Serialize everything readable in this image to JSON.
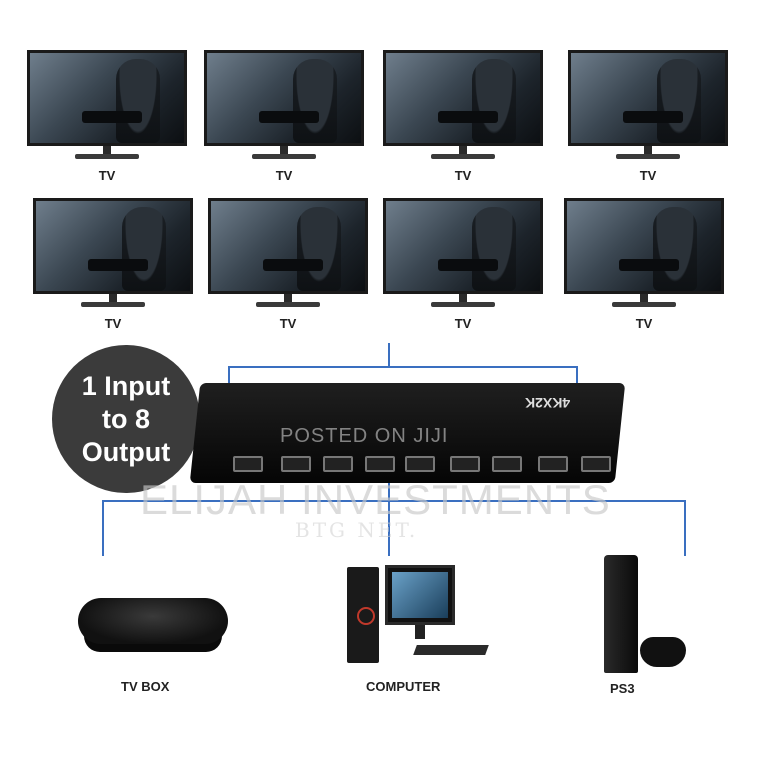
{
  "tvs_row1": [
    "TV",
    "TV",
    "TV",
    "TV"
  ],
  "tvs_row2": [
    "TV",
    "TV",
    "TV",
    "TV"
  ],
  "badge": {
    "line1": "1 Input",
    "line2": "to 8",
    "line3": "Output"
  },
  "device": {
    "brand": "4KX2K"
  },
  "watermarks": {
    "posted": "POSTED ON JIJI",
    "seller": "ELIJAH INVESTMENTS",
    "sub": "BTG NET."
  },
  "sources": {
    "tvbox": "TV BOX",
    "computer": "COMPUTER",
    "ps3": "PS3"
  },
  "colors": {
    "wire": "#3a6fc0",
    "badge": "#3b3b3b"
  }
}
